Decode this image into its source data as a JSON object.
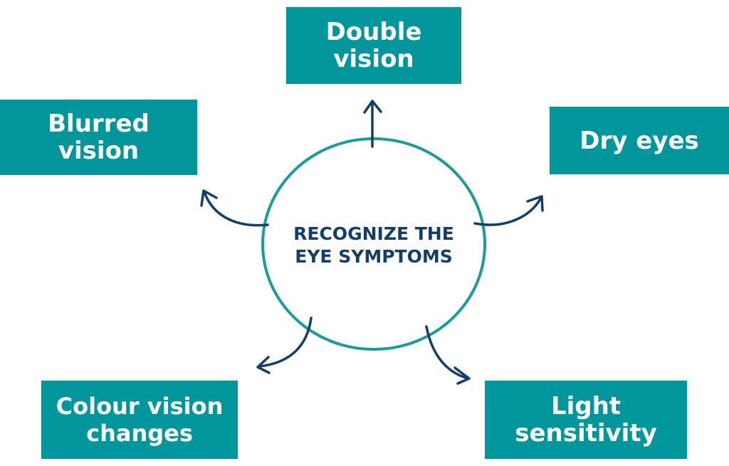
{
  "center": {
    "label": "RECOGNIZE THE\nEYE SYMPTOMS"
  },
  "symptoms": {
    "double_vision": "Double\nvision",
    "blurred_vision": "Blurred\nvision",
    "dry_eyes": "Dry eyes",
    "colour_vision": "Colour vision\nchanges",
    "light_sensitivity": "Light\nsensitivity"
  },
  "colors": {
    "box_fill": "#00969b",
    "box_text": "#ffffff",
    "circle_stroke": "#1a9b9c",
    "center_text": "#143e6a",
    "arrow": "#143e6a"
  }
}
